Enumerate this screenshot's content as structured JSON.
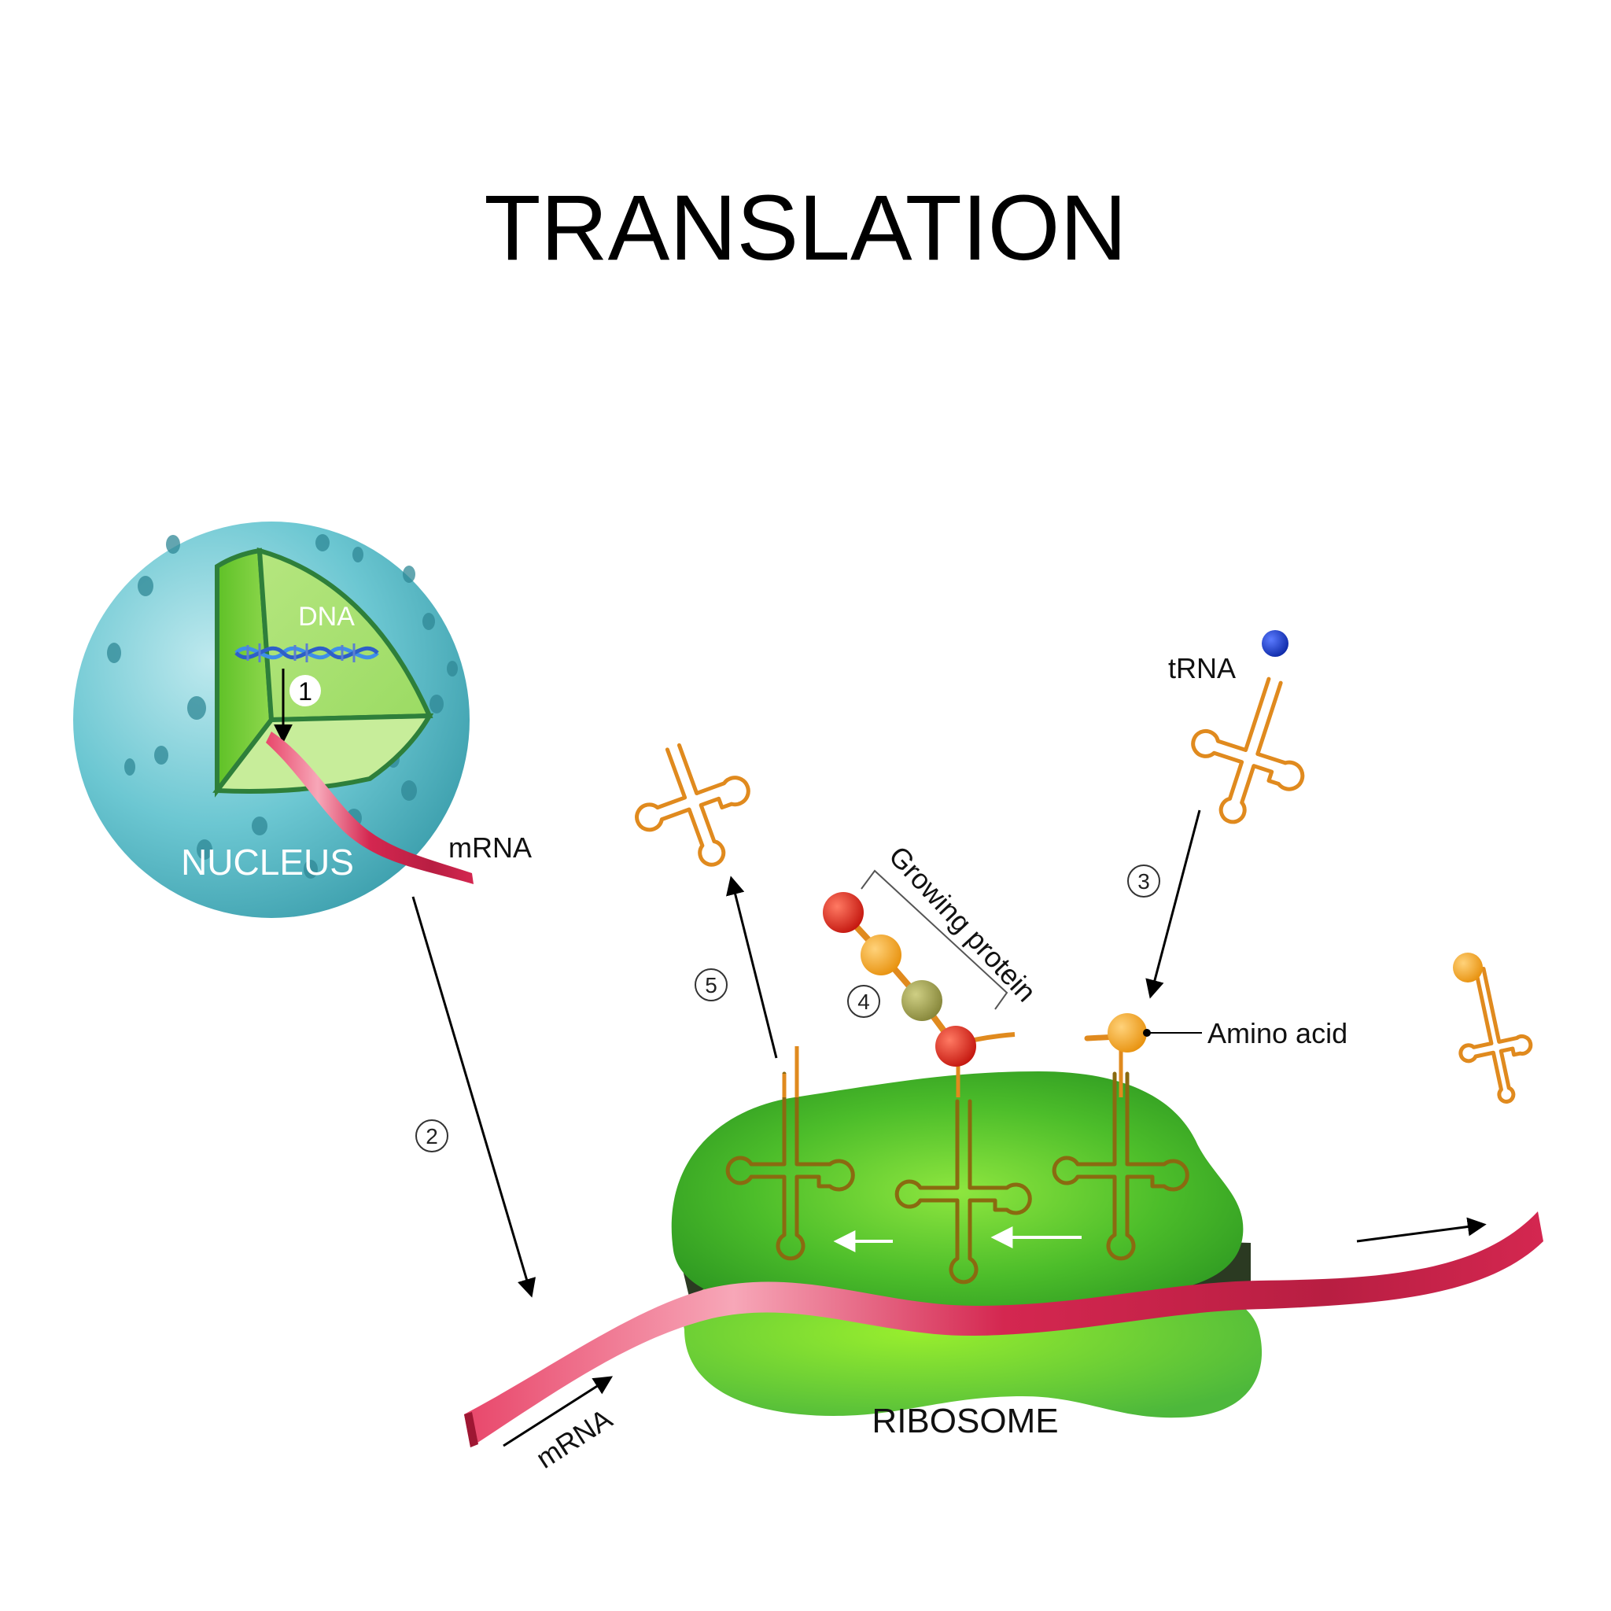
{
  "title": "TRANSLATION",
  "labels": {
    "dna": "DNA",
    "nucleus": "NUCLEUS",
    "mrna_top": "mRNA",
    "mrna_bottom": "mRNA",
    "trna": "tRNA",
    "amino_acid": "Amino acid",
    "growing_protein": "Growing protein",
    "ribosome": "RIBOSOME"
  },
  "steps": [
    "1",
    "2",
    "3",
    "4",
    "5"
  ],
  "colors": {
    "nucleus": "#5BC3CF",
    "nucleus_cut": "#8ED651",
    "ribosome": "#56C02A",
    "mrna": "#D42750",
    "trna": "#E08A1E",
    "amino_orange": "#F5A623",
    "amino_red": "#E0271E",
    "amino_olive": "#9E9E4A",
    "amino_blue": "#1A3FD4"
  }
}
